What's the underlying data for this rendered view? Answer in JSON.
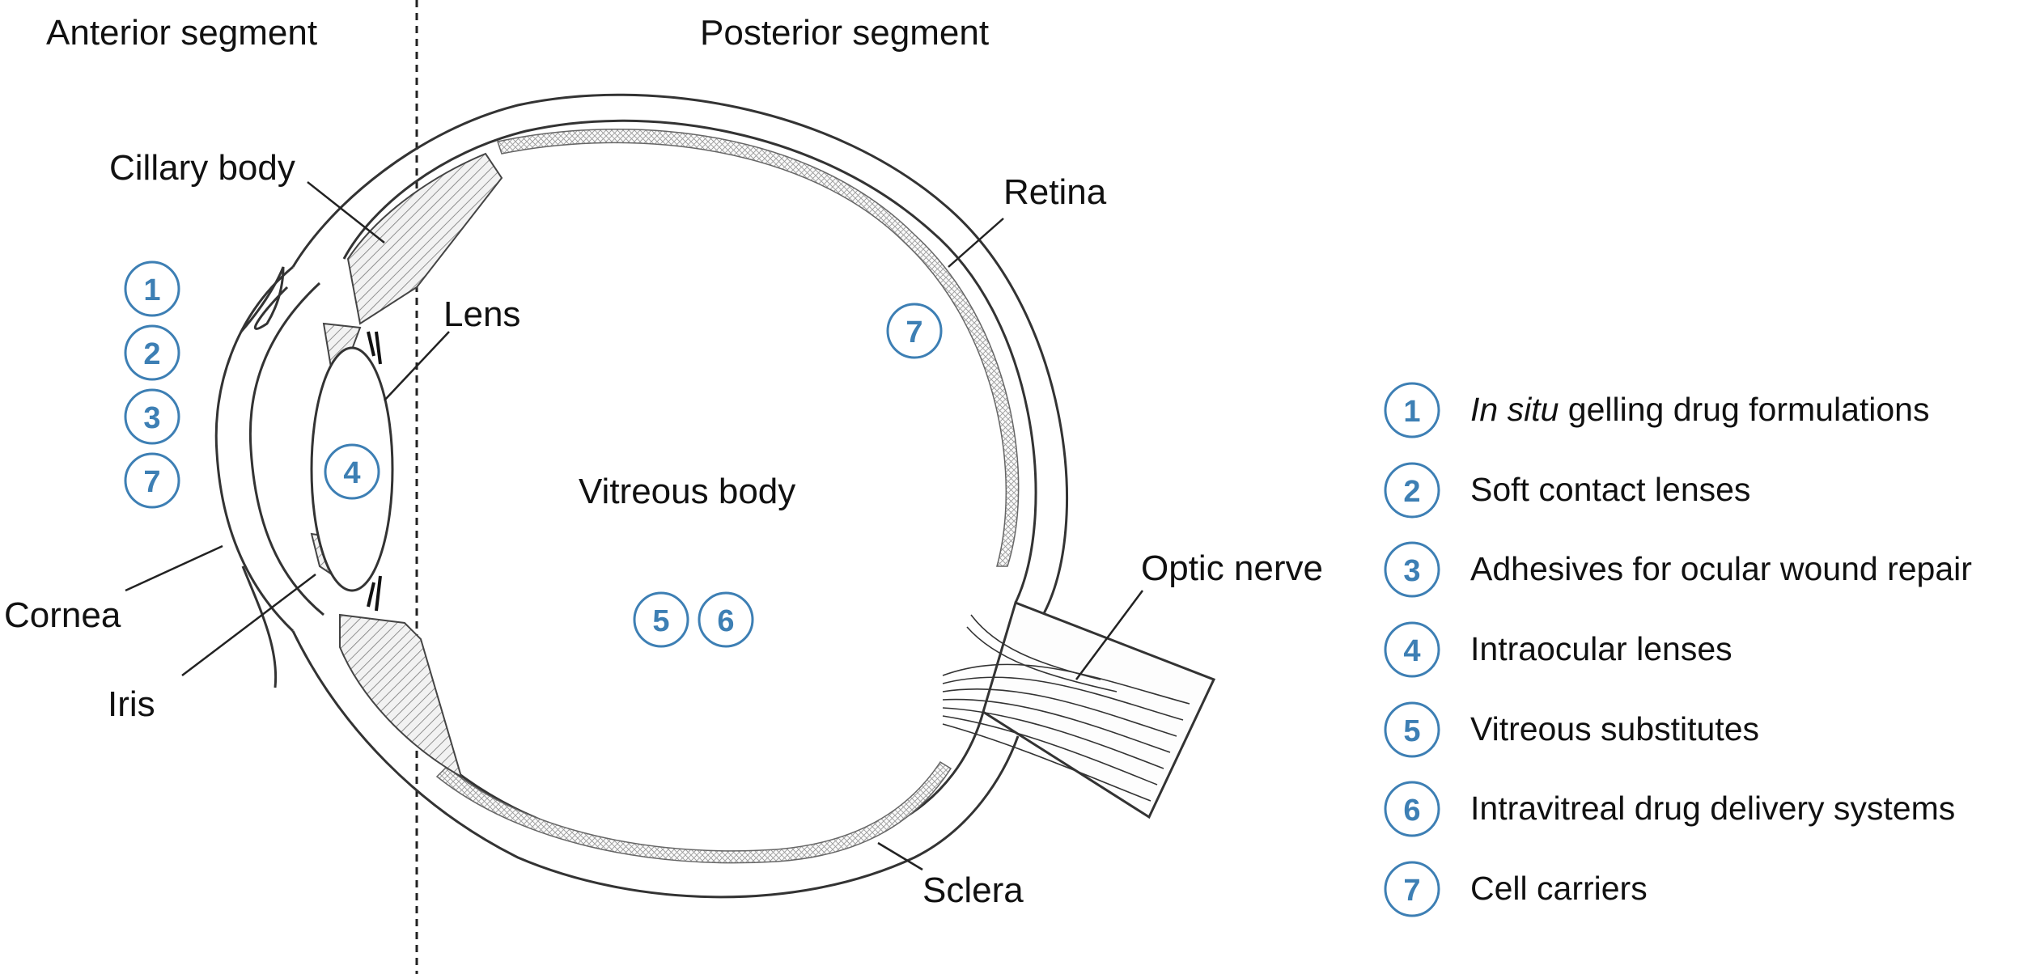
{
  "segments": {
    "anterior": "Anterior segment",
    "posterior": "Posterior segment"
  },
  "labels": {
    "ciliary_body": "Cillary body",
    "lens": "Lens",
    "retina": "Retina",
    "cornea": "Cornea",
    "iris": "Iris",
    "vitreous_body": "Vitreous body",
    "optic_nerve": "Optic nerve",
    "sclera": "Sclera"
  },
  "badges": {
    "cornea_stack": [
      "1",
      "2",
      "3",
      "7"
    ],
    "lens": "4",
    "retina": "7",
    "vitreous": [
      "5",
      "6"
    ]
  },
  "legend": [
    {
      "num": "1",
      "italic": "In situ",
      "text": " gelling drug formulations"
    },
    {
      "num": "2",
      "italic": "",
      "text": "Soft contact lenses"
    },
    {
      "num": "3",
      "italic": "",
      "text": "Adhesives for ocular wound repair"
    },
    {
      "num": "4",
      "italic": "",
      "text": "Intraocular lenses"
    },
    {
      "num": "5",
      "italic": "",
      "text": "Vitreous substitutes"
    },
    {
      "num": "6",
      "italic": "",
      "text": "Intravitreal drug delivery systems"
    },
    {
      "num": "7",
      "italic": "",
      "text": "Cell carriers"
    }
  ],
  "colors": {
    "badge": "#3d7fb4",
    "outline": "#333333"
  }
}
